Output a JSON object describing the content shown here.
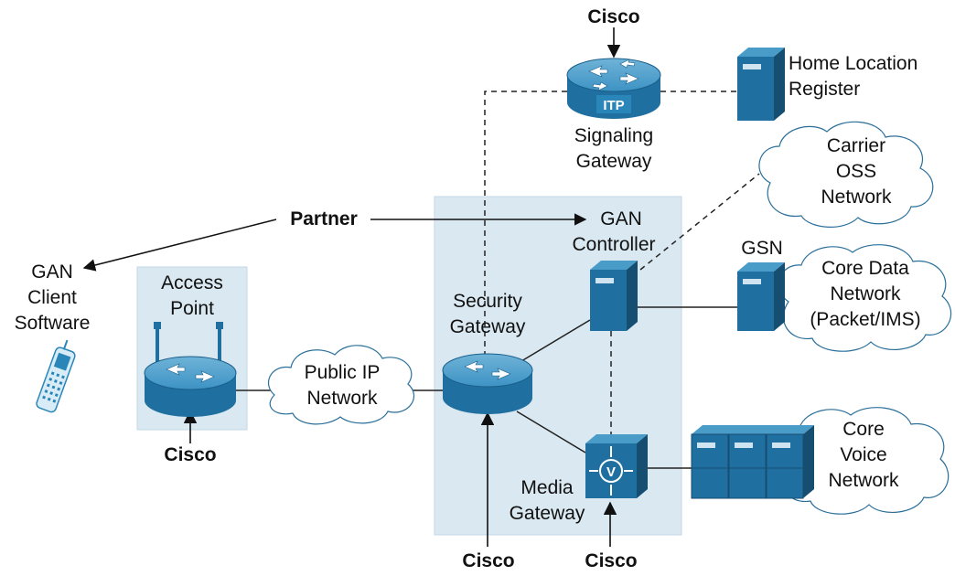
{
  "colors": {
    "panel": "#d9e8f1",
    "device": "#2a86b8",
    "device_dark": "#1a5f8a",
    "line": "#222222"
  },
  "labels": {
    "cisco_signaling": "Cisco",
    "itp": "ITP",
    "signaling_gateway": [
      "Signaling",
      "Gateway"
    ],
    "hlr": [
      "Home Location",
      "Register"
    ],
    "carrier_oss": [
      "Carrier",
      "OSS",
      "Network"
    ],
    "partner": "Partner",
    "gan_controller": [
      "GAN",
      "Controller"
    ],
    "gsn": "GSN",
    "core_data": [
      "Core Data",
      "Network",
      "(Packet/IMS)"
    ],
    "gan_client": [
      "GAN",
      "Client",
      "Software"
    ],
    "access_point": [
      "Access",
      "Point"
    ],
    "security_gateway": [
      "Security",
      "Gateway"
    ],
    "public_ip": [
      "Public IP",
      "Network"
    ],
    "cisco_ap": "Cisco",
    "core_voice": [
      "Core",
      "Voice",
      "Network"
    ],
    "media_gateway": [
      "Media",
      "Gateway"
    ],
    "cisco_security": "Cisco",
    "cisco_media": "Cisco"
  }
}
